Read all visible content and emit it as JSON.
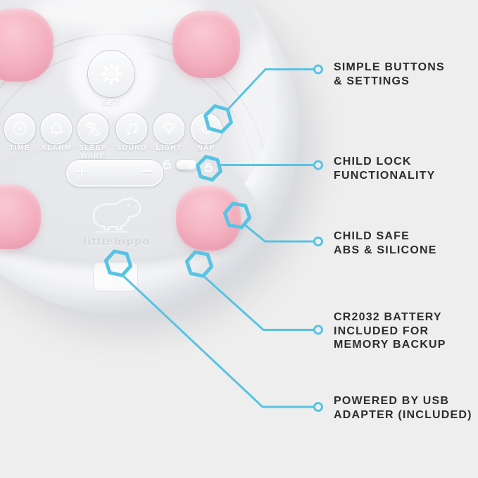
{
  "colors": {
    "background": "#eeeeee",
    "accent_blue": "#58c3e3",
    "callout_text": "#2c2c2c",
    "device_foot_pink": "#f4b0bf"
  },
  "device": {
    "brand": "littlehippo",
    "logo_icon": "hippo-icon",
    "set_button": {
      "label": "SET",
      "icon": "gear-icon"
    },
    "control_buttons": [
      {
        "icon": "clock-icon",
        "lines": [
          "TIME"
        ]
      },
      {
        "icon": "bell-icon",
        "lines": [
          "ALARM"
        ]
      },
      {
        "icon": "sleep-wake-icon",
        "lines": [
          "SLEEP",
          "WAKE"
        ]
      },
      {
        "icon": "music-note-icon",
        "lines": [
          "SOUND"
        ]
      },
      {
        "icon": "light-bulb-icon",
        "lines": [
          "LIGHT"
        ]
      },
      {
        "icon": "nap-moon-icon",
        "lines": [
          "NAP"
        ]
      }
    ],
    "volume_slider": {
      "plus": "+",
      "minus": "−"
    },
    "child_lock_toggle": {
      "left_icon": "unlock-icon",
      "right_icon": "lock-icon"
    }
  },
  "callouts": [
    {
      "marker": "hexagon",
      "lines": [
        "SIMPLE BUTTONS",
        "& SETTINGS"
      ]
    },
    {
      "marker": "hexagon",
      "lines": [
        "CHILD LOCK",
        "FUNCTIONALITY"
      ]
    },
    {
      "marker": "hexagon",
      "lines": [
        "CHILD SAFE",
        "ABS & SILICONE"
      ]
    },
    {
      "marker": "hexagon",
      "lines": [
        "CR2032 BATTERY",
        "INCLUDED FOR",
        "MEMORY BACKUP"
      ]
    },
    {
      "marker": "hexagon",
      "lines": [
        "POWERED BY USB",
        "ADAPTER (INCLUDED)"
      ]
    }
  ]
}
